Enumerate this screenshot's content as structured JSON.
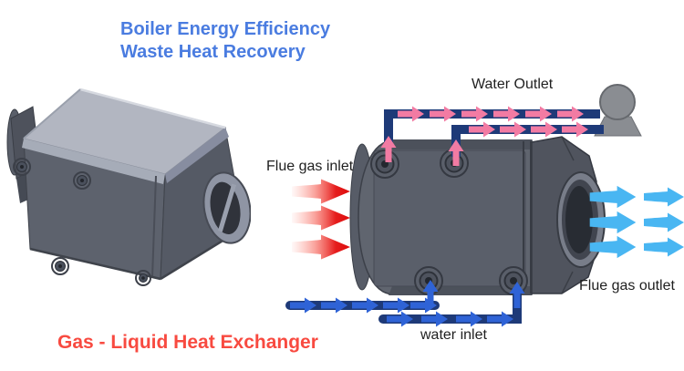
{
  "title": {
    "line1": "Boiler Energy Efficiency",
    "line2": "Waste Heat Recovery"
  },
  "caption": {
    "text": "Gas - Liquid Heat Exchanger"
  },
  "labels": {
    "water_outlet": "Water Outlet",
    "flue_gas_inlet": "Flue gas inlet",
    "flue_gas_outlet": "Flue gas outlet",
    "water_inlet": "water inlet"
  },
  "colors": {
    "title_blue": "#4a7ce0",
    "caption_red": "#f84a40",
    "label_dark": "#1f1f1f",
    "pipe_navy": "#1e3a78",
    "arrow_pink": "#f27ba3",
    "arrow_blue": "#2f63d6",
    "arrow_lightblue": "#49b6f2",
    "arrow_red": "#e01010",
    "metal_top": "#b2b6c1",
    "metal_front": "#5d626d",
    "metal_side": "#555a65",
    "metal_dark": "#32353d",
    "pump_gray": "#8a8d92"
  },
  "flows": [
    {
      "name": "flue-gas-inlet",
      "label": "Flue gas inlet",
      "direction": "right",
      "arrow_count": 3,
      "color": "#e01010"
    },
    {
      "name": "water-outlet",
      "label": "Water Outlet",
      "direction": "up-then-right",
      "arrow_count": 12,
      "color": "#f27ba3"
    },
    {
      "name": "water-inlet",
      "label": "water inlet",
      "direction": "right-then-up",
      "arrow_count": 11,
      "color": "#2f63d6"
    },
    {
      "name": "flue-gas-outlet",
      "label": "Flue gas outlet",
      "direction": "right",
      "arrow_count": 6,
      "color": "#49b6f2"
    }
  ],
  "icons": {
    "pump": "pump-icon",
    "left_unit": "heat-exchanger-isometric-icon",
    "right_unit": "heat-exchanger-side-icon"
  }
}
